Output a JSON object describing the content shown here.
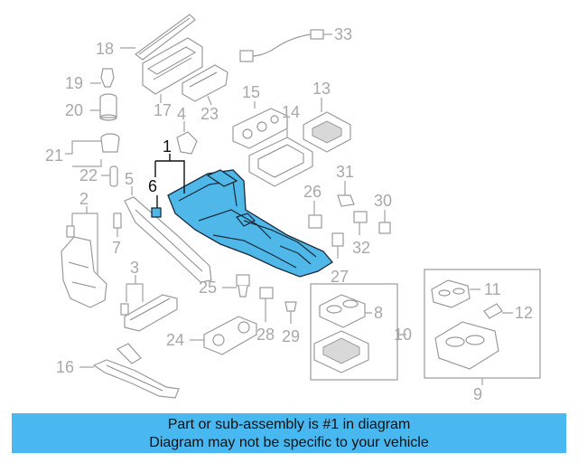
{
  "callouts": {
    "c1": "1",
    "c2": "2",
    "c3": "3",
    "c4": "4",
    "c5": "5",
    "c6": "6",
    "c7": "7",
    "c8": "8",
    "c9": "9",
    "c10": "10",
    "c11": "11",
    "c12": "12",
    "c13": "13",
    "c14": "14",
    "c15": "15",
    "c16": "16",
    "c17": "17",
    "c18": "18",
    "c19": "19",
    "c20": "20",
    "c21": "21",
    "c22": "22",
    "c23": "23",
    "c24": "24",
    "c25": "25",
    "c26": "26",
    "c27": "27",
    "c28": "28",
    "c29": "29",
    "c30": "30",
    "c31": "31",
    "c32": "32",
    "c33": "33"
  },
  "highlight_color": "#4fb8e8",
  "banner": {
    "line1": "Part or sub-assembly is #1 in diagram",
    "line2": "Diagram may not be specific to your vehicle",
    "color": "#4ab8f0"
  }
}
